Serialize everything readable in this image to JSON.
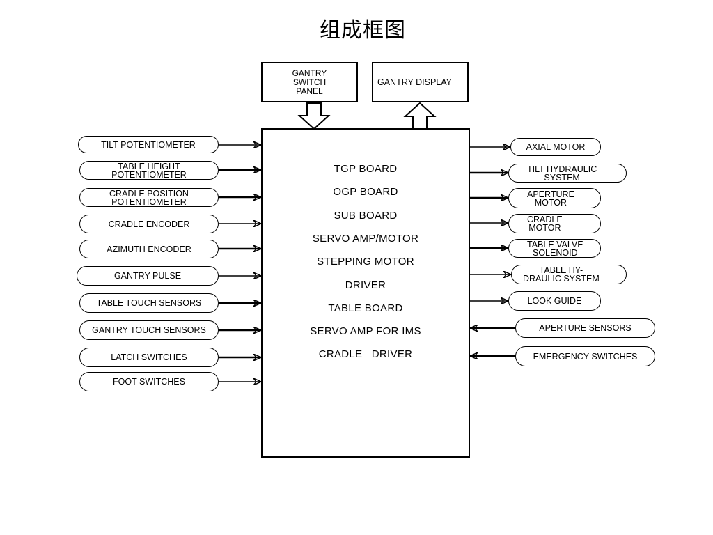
{
  "title": "组成框图",
  "top_blocks": {
    "switch_panel": [
      "GANTRY",
      "SWITCH",
      "PANEL"
    ],
    "display": "GANTRY DISPLAY"
  },
  "main_board": {
    "lines": [
      "TGP BOARD",
      "OGP BOARD",
      "SUB BOARD",
      "SERVO AMP/MOTOR",
      "STEPPING MOTOR",
      "DRIVER",
      "TABLE BOARD",
      "SERVO AMP FOR IMS",
      "CRADLE   DRIVER"
    ]
  },
  "inputs_left": [
    "TILT POTENTIOMETER",
    "TABLE HEIGHT\nPOTENTIOMETER",
    "CRADLE POSITION\nPOTENTIOMETER",
    "CRADLE  ENCODER",
    "AZIMUTH ENCODER",
    "GANTRY PULSE",
    "TABLE TOUCH SENSORS",
    "GANTRY TOUCH SENSORS",
    "LATCH SWITCHES",
    "FOOT SWITCHES"
  ],
  "outputs_right": [
    "AXIAL MOTOR",
    "TILT  HYDRAULIC\nSYSTEM",
    "APERTURE\nMOTOR",
    "CRADLE\nMOTOR",
    "TABLE VALVE\nSOLENOID",
    "TABLE  HY-\nDRAULIC  SYSTEM",
    "LOOK GUIDE"
  ],
  "inputs_right": [
    "APERTURE SENSORS",
    "EMERGENCY SWITCHES"
  ]
}
